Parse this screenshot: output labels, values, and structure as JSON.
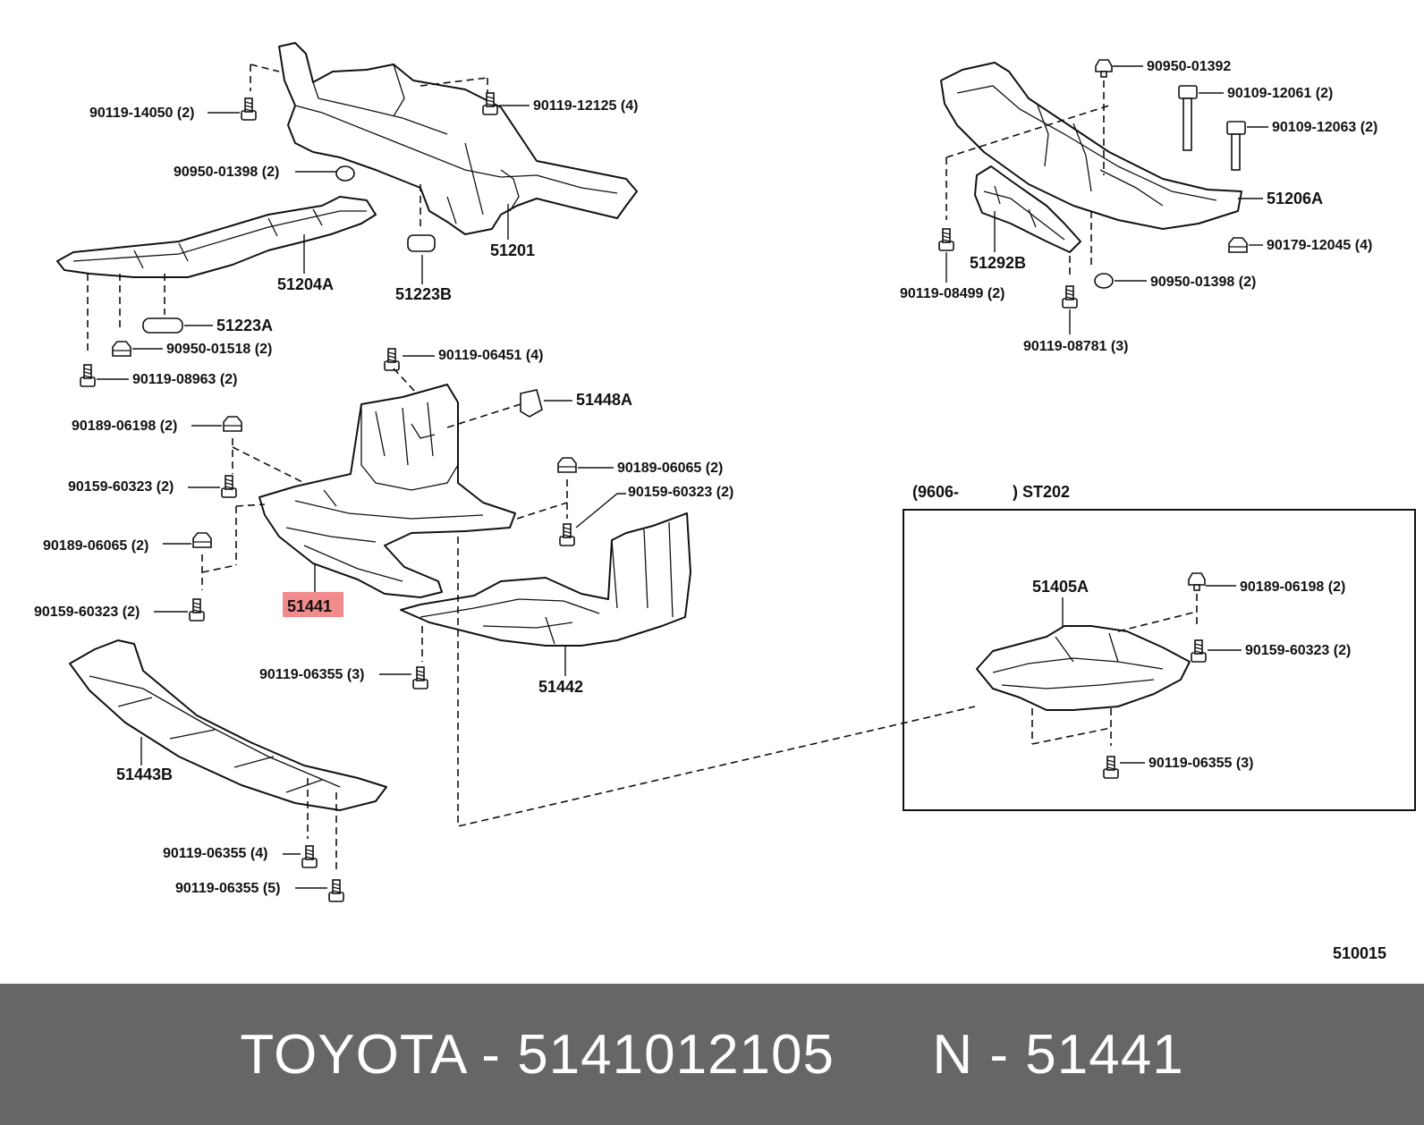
{
  "brand": "TOYOTA",
  "footer": {
    "brand": "TOYOTA",
    "sep1": " - ",
    "part_number": "5141012105",
    "gap": "      ",
    "n_label": "N",
    "sep2": " - ",
    "ref_number": "51441"
  },
  "diagram_code": "510015",
  "highlight_color": "#f28b8b",
  "inset": {
    "header_left": "(9606-",
    "header_right": ") ST202"
  },
  "labels": {
    "l_90119_14050": "90119-14050 (2)",
    "l_90119_12125": "90119-12125 (4)",
    "l_90950_01398a": "90950-01398 (2)",
    "l_51201": "51201",
    "l_51204A": "51204A",
    "l_51223B": "51223B",
    "l_51223A": "51223A",
    "l_90950_01518": "90950-01518 (2)",
    "l_90119_08963": "90119-08963 (2)",
    "l_90119_06451": "90119-06451 (4)",
    "l_51448A": "51448A",
    "l_90189_06198a": "90189-06198 (2)",
    "l_90159_60323a": "90159-60323 (2)",
    "l_90189_06065a": "90189-06065 (2)",
    "l_90159_60323b": "90159-60323 (2)",
    "l_90189_06065b": "90189-06065 (2)",
    "l_90159_60323c": "90159-60323 (2)",
    "l_51441": "51441",
    "l_90119_06355a": "90119-06355 (3)",
    "l_51442": "51442",
    "l_51443B": "51443B",
    "l_90119_06355b": "90119-06355 (4)",
    "l_90119_06355c": "90119-06355 (5)",
    "l_90950_01392": "90950-01392",
    "l_90109_12061": "90109-12061 (2)",
    "l_90109_12063": "90109-12063 (2)",
    "l_51206A": "51206A",
    "l_90179_12045": "90179-12045 (4)",
    "l_90950_01398b": "90950-01398 (2)",
    "l_51292B": "51292B",
    "l_90119_08499": "90119-08499 (2)",
    "l_90119_08781": "90119-08781 (3)",
    "l_51405A": "51405A",
    "l_90189_06198b": "90189-06198 (2)",
    "l_90159_60323d": "90159-60323 (2)",
    "l_90119_06355d": "90119-06355 (3)"
  }
}
